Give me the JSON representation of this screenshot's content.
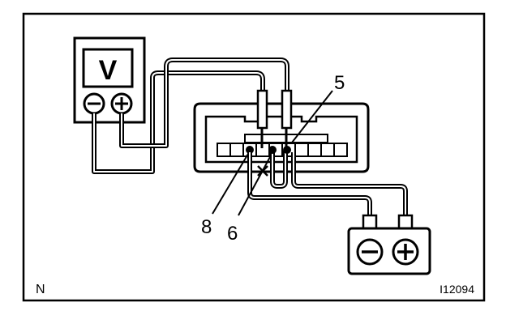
{
  "figure": {
    "meter_label": "V",
    "terminal_labels": {
      "pin_5": "5",
      "pin_6": "6",
      "pin_8": "8"
    },
    "corner_letter": "N",
    "figure_code": "I12094"
  },
  "icons": {
    "meter_negative": "minus-circle-icon",
    "meter_positive": "plus-circle-icon",
    "battery_negative": "minus-circle-icon",
    "battery_positive": "plus-circle-icon"
  },
  "colors": {
    "ink": "#000000",
    "paper": "#ffffff"
  }
}
